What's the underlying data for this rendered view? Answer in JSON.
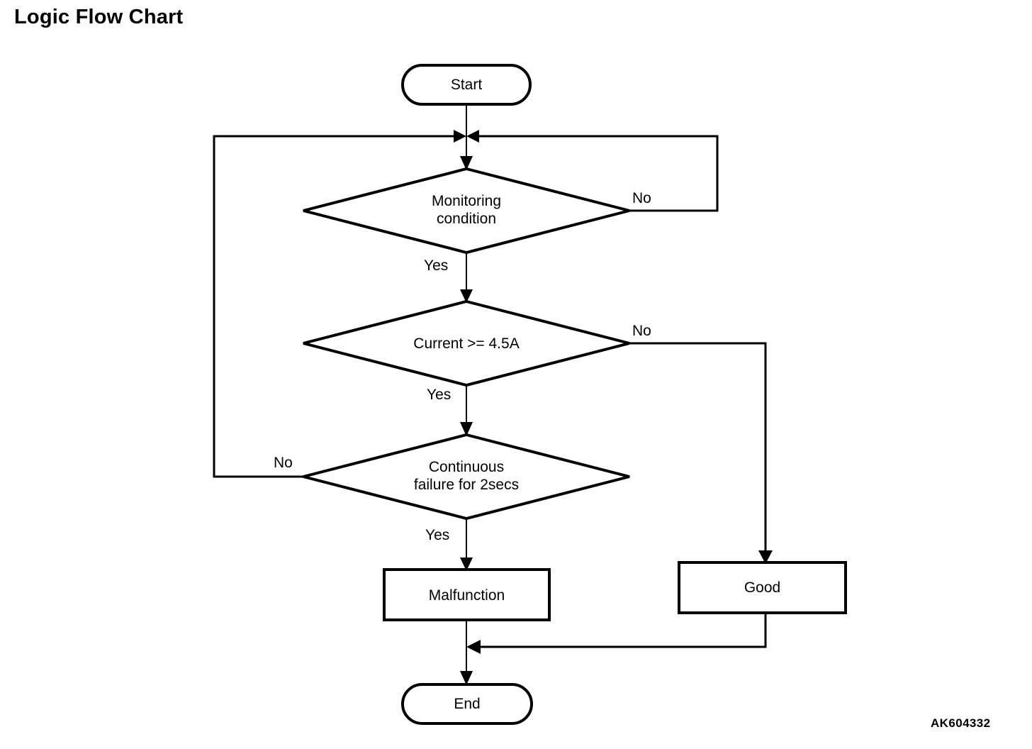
{
  "page": {
    "title": "Logic Flow Chart",
    "watermark": "AK604332",
    "background_color": "#ffffff",
    "stroke_color": "#000000"
  },
  "chart_data": {
    "type": "diagram",
    "diagram_kind": "flowchart",
    "title": "Logic Flow Chart",
    "nodes": [
      {
        "id": "start",
        "shape": "terminator",
        "label": "Start"
      },
      {
        "id": "junction",
        "shape": "junction",
        "label": ""
      },
      {
        "id": "monitoring",
        "shape": "decision",
        "label": "Monitoring\ncondition"
      },
      {
        "id": "current",
        "shape": "decision",
        "label": "Current >= 4.5A"
      },
      {
        "id": "continuous",
        "shape": "decision",
        "label": "Continuous\nfailure for 2secs"
      },
      {
        "id": "malfunction",
        "shape": "process",
        "label": "Malfunction"
      },
      {
        "id": "good",
        "shape": "process",
        "label": "Good"
      },
      {
        "id": "end",
        "shape": "terminator",
        "label": "End"
      }
    ],
    "edges": [
      {
        "from": "start",
        "to": "junction",
        "label": ""
      },
      {
        "from": "junction",
        "to": "monitoring",
        "label": ""
      },
      {
        "from": "monitoring",
        "to": "current",
        "label": "Yes"
      },
      {
        "from": "monitoring",
        "to": "junction",
        "label": "No"
      },
      {
        "from": "current",
        "to": "continuous",
        "label": "Yes"
      },
      {
        "from": "current",
        "to": "good",
        "label": "No"
      },
      {
        "from": "continuous",
        "to": "malfunction",
        "label": "Yes"
      },
      {
        "from": "continuous",
        "to": "junction",
        "label": "No"
      },
      {
        "from": "malfunction",
        "to": "end",
        "label": ""
      },
      {
        "from": "good",
        "to": "end",
        "label": ""
      }
    ]
  },
  "labels": {
    "start": "Start",
    "monitoring": "Monitoring\ncondition",
    "current": "Current >= 4.5A",
    "continuous": "Continuous\nfailure for 2secs",
    "malfunction": "Malfunction",
    "good": "Good",
    "end": "End",
    "monitoring_no": "No",
    "monitoring_yes": "Yes",
    "current_no": "No",
    "current_yes": "Yes",
    "continuous_no": "No",
    "continuous_yes": "Yes"
  }
}
